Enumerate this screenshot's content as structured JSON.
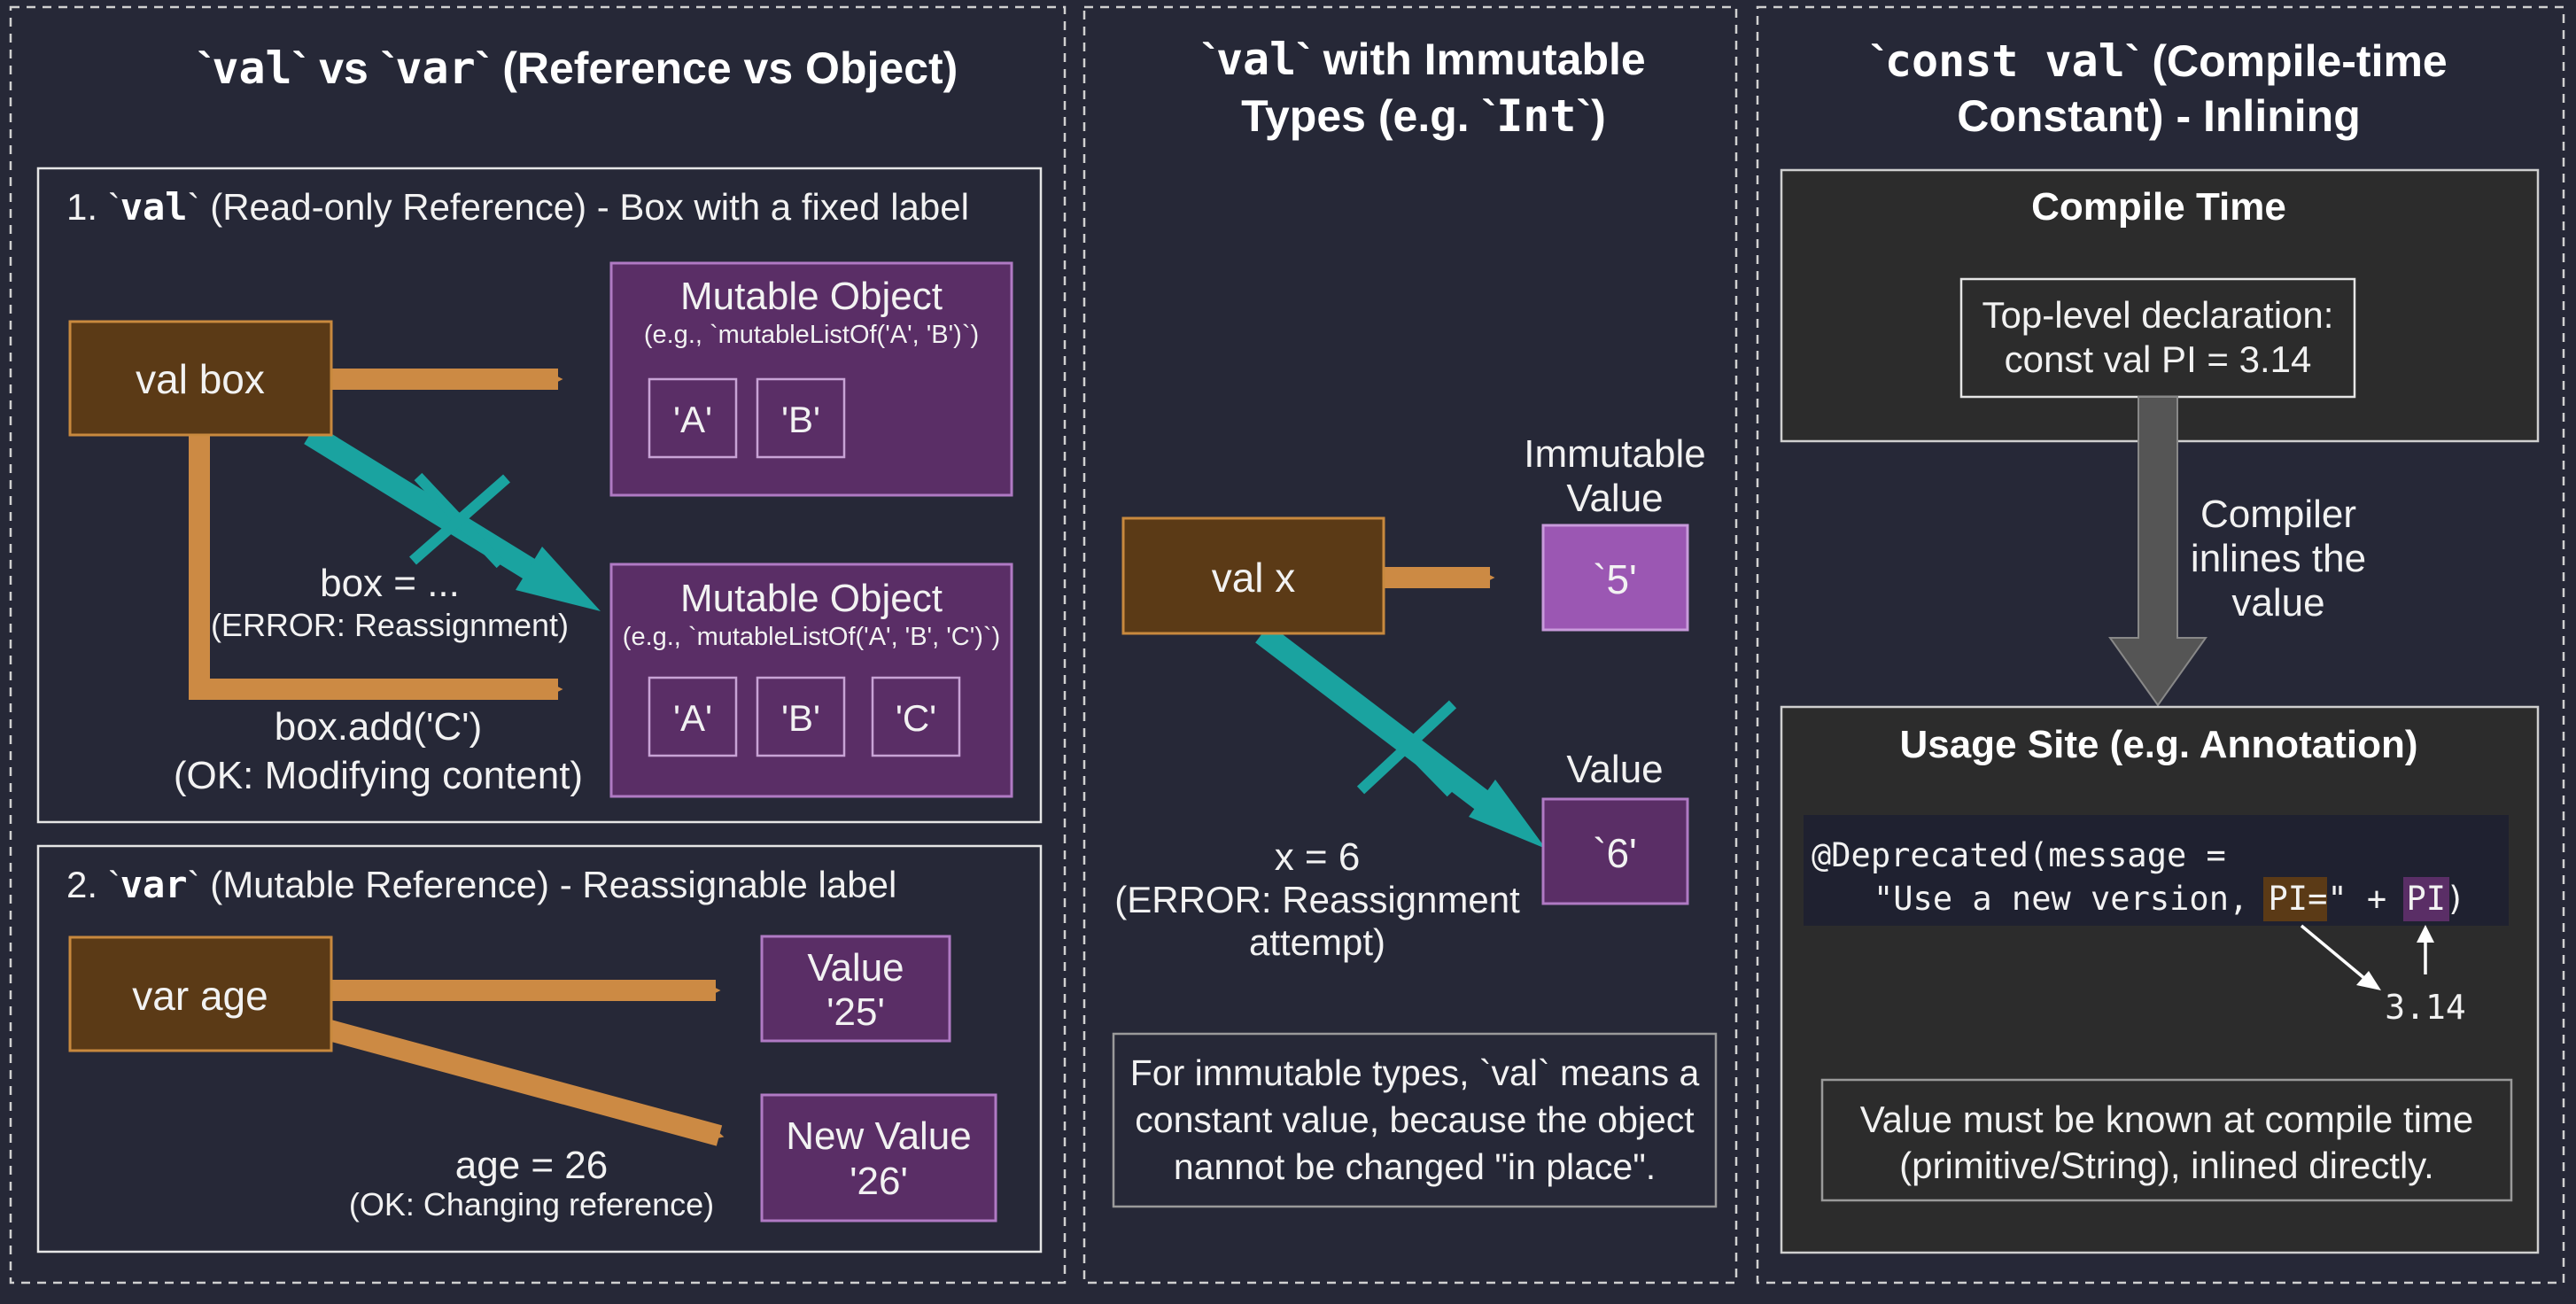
{
  "colors": {
    "background": "#262837",
    "panel_border": "#d8d8d8",
    "reference_box": "#5b3a16",
    "reference_border": "#c8893e",
    "arrow_orange": "#cc8a44",
    "object_purple": "#5a2e66",
    "object_border": "#b07ac4",
    "value_light_purple": "#9b57b3",
    "error_arrow_teal": "#1aa3a0",
    "compile_dark": "#2c2c2c",
    "inline_arrow_gray": "#555555"
  },
  "panel1": {
    "title_pre": "`",
    "title_code1": "val",
    "title_mid": "` vs `",
    "title_code2": "var",
    "title_post": "` (Reference vs Object)",
    "section1": {
      "label_num": "1. `",
      "label_code": "val",
      "label_rest": "` (Read-only Reference) - Box with a fixed label",
      "ref_box": "val box",
      "obj1_title": "Mutable Object",
      "obj1_sub": "(e.g., `mutableListOf('A', 'B')`)",
      "obj1_items": [
        "'A'",
        "'B'"
      ],
      "obj2_title": "Mutable Object",
      "obj2_sub": "(e.g., `mutableListOf('A', 'B', 'C')`)",
      "obj2_items": [
        "'A'",
        "'B'",
        "'C'"
      ],
      "reassign_code": "box = ...",
      "reassign_note": "(ERROR: Reassignment)",
      "modify_code": "box.add('C')",
      "modify_note": "(OK: Modifying content)"
    },
    "section2": {
      "label_num": "2. `",
      "label_code": "var",
      "label_rest": "` (Mutable Reference) - Reassignable label",
      "ref_box": "var age",
      "value1_line1": "Value",
      "value1_line2": "'25'",
      "value2_line1": "New Value",
      "value2_line2": "'26'",
      "change_code": "age = 26",
      "change_note": "(OK: Changing reference)"
    }
  },
  "panel2": {
    "title_line1_pre": "`",
    "title_line1_code": "val",
    "title_line1_post": "` with Immutable",
    "title_line2_pre": "Types (e.g. `",
    "title_line2_code": "Int",
    "title_line2_post": "`)",
    "ref_box": "val x",
    "immutable_label_line1": "Immutable",
    "immutable_label_line2": "Value",
    "value5": "`5'",
    "value_label": "Value",
    "value6": "`6'",
    "reassign_code": "x = 6",
    "reassign_note_line1": "(ERROR: Reassignment",
    "reassign_note_line2": "attempt)",
    "note_line1": "For immutable types, `val` means a",
    "note_line2": "constant value, because the object",
    "note_line3": "nannot be changed \"in place\"."
  },
  "panel3": {
    "title_line1_pre": "`",
    "title_line1_code": "const val",
    "title_line1_post": "` (Compile-time",
    "title_line2": "Constant) - Inlining",
    "compile_time_heading": "Compile Time",
    "declaration_line1": "Top-level declaration:",
    "declaration_line2": "const val PI = 3.14",
    "inline_label_line1": "Compiler",
    "inline_label_line2": "inlines the",
    "inline_label_line3": "value",
    "usage_heading": "Usage Site (e.g. Annotation)",
    "code_line1": "@Deprecated(message =",
    "code_line2_pre": "\"Use a new version, ",
    "code_line2_hl1": "PI=",
    "code_line2_mid": "\" + ",
    "code_line2_hl2": "PI",
    "code_line2_post": ")",
    "inlined_value": "3.14",
    "note_line1": "Value must be known at compile time",
    "note_line2": "(primitive/String), inlined directly."
  }
}
